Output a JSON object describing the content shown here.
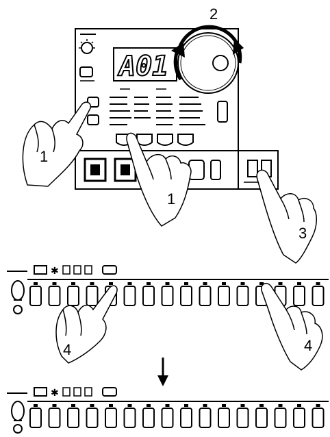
{
  "display": {
    "value": "A01"
  },
  "steps": [
    {
      "id": "1",
      "label": "1"
    },
    {
      "id": "2",
      "label": "2"
    },
    {
      "id": "3",
      "label": "3"
    },
    {
      "id": "4",
      "label": "4"
    }
  ],
  "callouts": [
    {
      "step": "1",
      "text": "1"
    },
    {
      "step": "1",
      "text": "1"
    },
    {
      "step": "2",
      "text": "2"
    },
    {
      "step": "3",
      "text": "3"
    },
    {
      "step": "4",
      "text": "4"
    },
    {
      "step": "4",
      "text": "4"
    }
  ],
  "step_keys": {
    "before_count": 16,
    "after_count": 16
  },
  "icons": [
    "hand-press-icon",
    "rotate-arrows-icon",
    "down-arrow-icon",
    "knob-icon"
  ]
}
